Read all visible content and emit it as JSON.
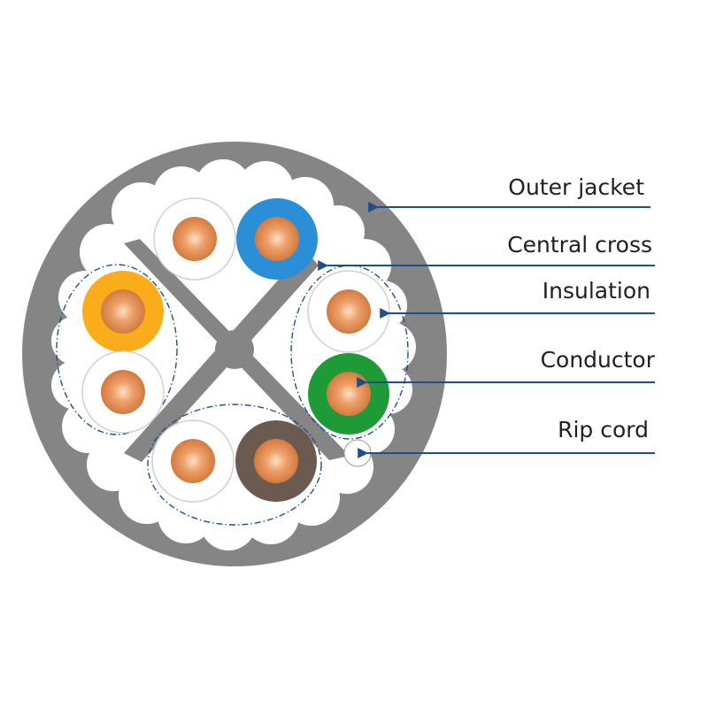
{
  "colors": {
    "jacket": "#858585",
    "inner_fill": "#ffffff",
    "cross": "#858585",
    "conductor": "#e08b4f",
    "leader": "#1f4e8c",
    "pair_boundary": "#1f4e8c",
    "insulation_white": "#ffffff",
    "insulation_blue": "#2b8fd8",
    "insulation_orange": "#f9ad1b",
    "insulation_green": "#1e9a36",
    "insulation_brown": "#6a5a50"
  },
  "labels": {
    "outer_jacket": "Outer jacket",
    "central_cross": "Central cross",
    "insulation": "Insulation",
    "conductor": "Conductor",
    "rip_cord": "Rip cord"
  }
}
